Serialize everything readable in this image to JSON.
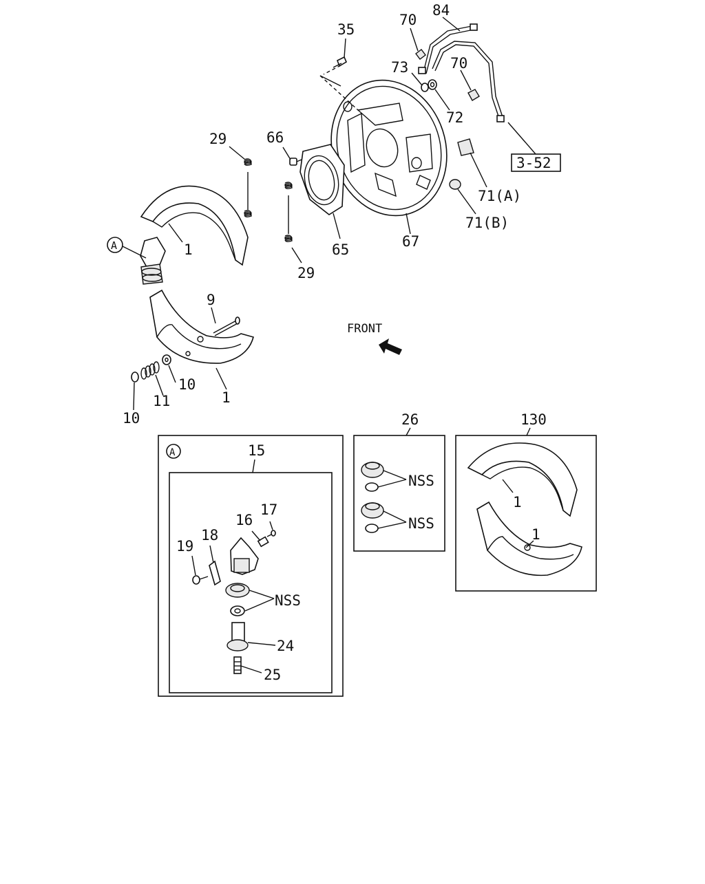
{
  "labels": {
    "p35": "35",
    "p70a": "70",
    "p84": "84",
    "p73": "73",
    "p70b": "70",
    "p72": "72",
    "ref": "3-52",
    "p71a": "71(A)",
    "p71b": "71(B)",
    "p67": "67",
    "p65": "65",
    "p66": "66",
    "p29a": "29",
    "p29b": "29",
    "p1a": "1",
    "p1b": "1",
    "p9": "9",
    "p10a": "10",
    "p10b": "10",
    "p11": "11",
    "calloutA": "A",
    "front": "FRONT"
  },
  "detailA": {
    "marker": "A",
    "p15": "15",
    "p16": "16",
    "p17": "17",
    "p18": "18",
    "p19": "19",
    "nss": "NSS",
    "p24": "24",
    "p25": "25"
  },
  "kit26": {
    "title": "26",
    "nss1": "NSS",
    "nss2": "NSS"
  },
  "kit130": {
    "title": "130",
    "p1a": "1",
    "p1b": "1"
  }
}
